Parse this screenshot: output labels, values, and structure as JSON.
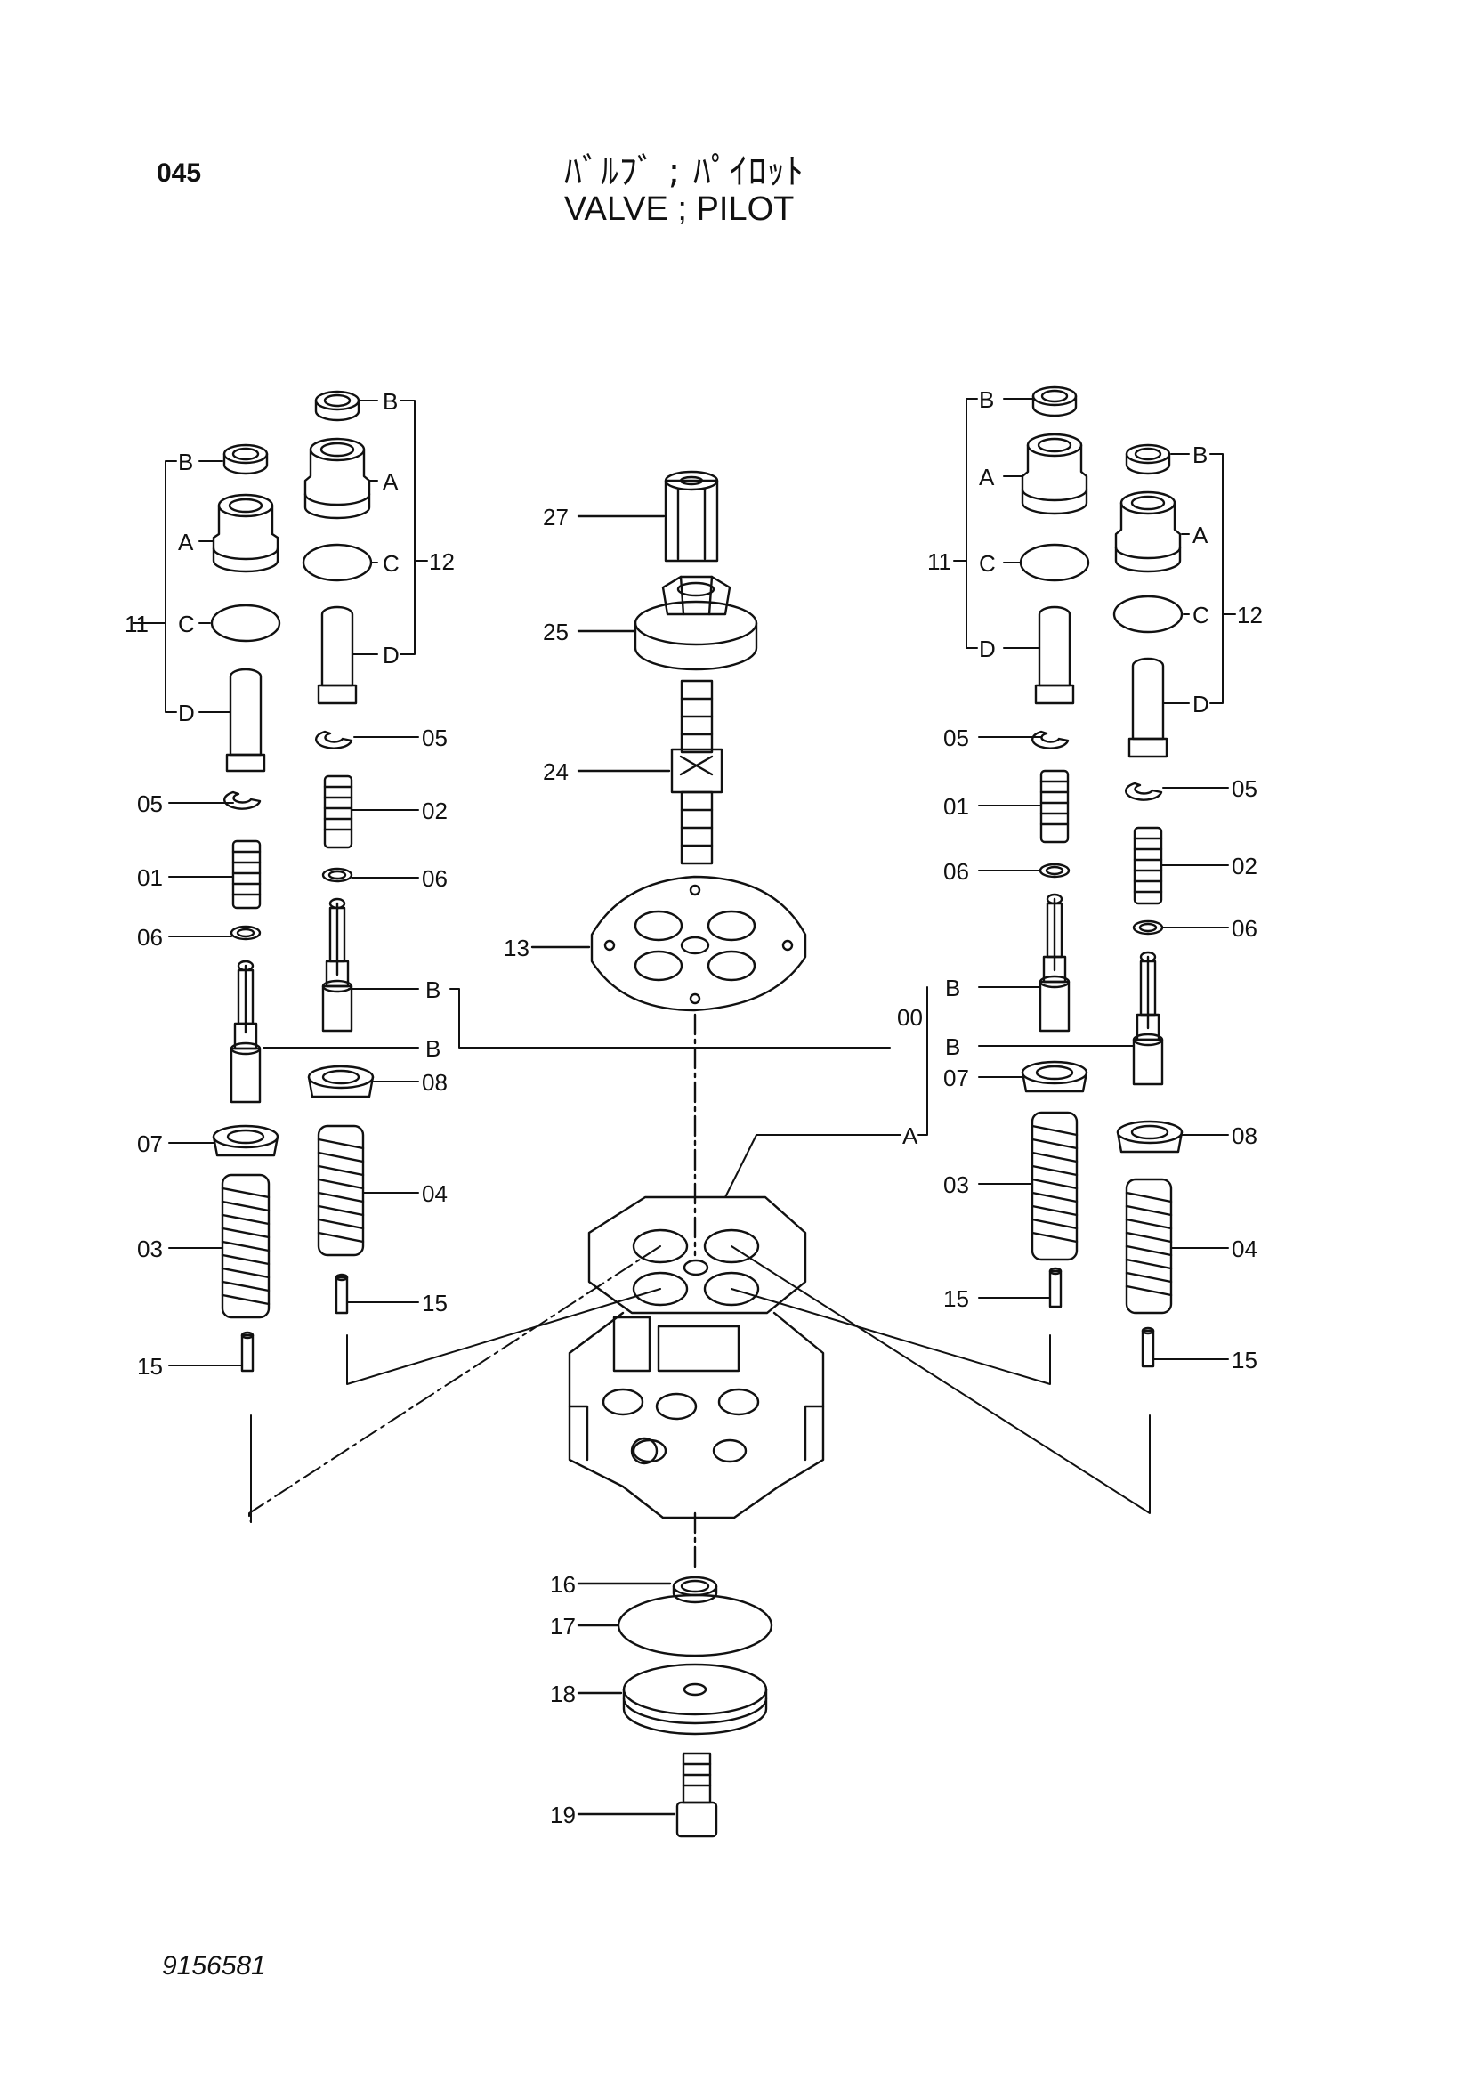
{
  "header": {
    "page_number": "045",
    "title_jp": "ﾊﾞﾙﾌﾞ ; ﾊﾟｲﾛｯﾄ",
    "title_en": "VALVE ; PILOT"
  },
  "footer": {
    "drawing_number": "9156581"
  },
  "callouts": {
    "p27": "27",
    "p25": "25",
    "p24": "24",
    "p13": "13",
    "p16": "16",
    "p17": "17",
    "p18": "18",
    "p19": "19",
    "l_kit11": "11",
    "l_B1": "B",
    "l_A1": "A",
    "l_C1": "C",
    "l_D1": "D",
    "l_kit12": "12",
    "l_B2": "B",
    "l_A2": "A",
    "l_C2": "C",
    "l_D2": "D",
    "l_05a": "05",
    "l_05b": "05",
    "l_02": "02",
    "l_01": "01",
    "l_06a": "06",
    "l_06b": "06",
    "l_Bs1": "B",
    "l_Bs2": "B",
    "l_08": "08",
    "l_07": "07",
    "l_04": "04",
    "l_03": "03",
    "l_15a": "15",
    "l_15b": "15",
    "r_kit11": "11",
    "r_B1": "B",
    "r_A1": "A",
    "r_C1": "C",
    "r_D1": "D",
    "r_kit12": "12",
    "r_B2": "B",
    "r_A2": "A",
    "r_C2": "C",
    "r_D2": "D",
    "r_05a": "05",
    "r_05b": "05",
    "r_01": "01",
    "r_02": "02",
    "r_06a": "06",
    "r_06b": "06",
    "r_00": "00",
    "r_Bs1": "B",
    "r_Bs2": "B",
    "r_A": "A",
    "r_07": "07",
    "r_08": "08",
    "r_03": "03",
    "r_04": "04",
    "r_15a": "15",
    "r_15b": "15"
  }
}
